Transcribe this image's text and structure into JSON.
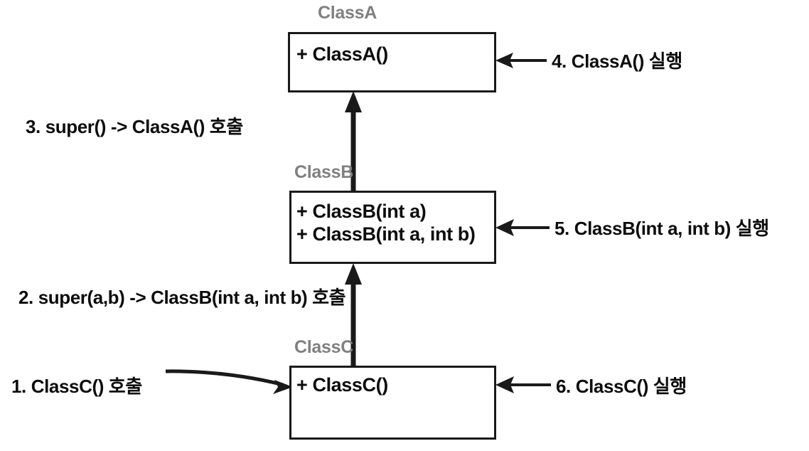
{
  "diagram": {
    "title_color": "#808080",
    "line_color": "#1a1a1a",
    "text_color": "#0d0d0d",
    "background": "#ffffff",
    "classes": [
      {
        "name": "ClassA",
        "members": [
          "+ ClassA()"
        ]
      },
      {
        "name": "ClassB",
        "members": [
          "+ ClassB(int a)",
          "+ ClassB(int a, int b)"
        ]
      },
      {
        "name": "ClassC",
        "members": [
          "+ ClassC()"
        ]
      }
    ],
    "annotations": [
      {
        "id": "step-1",
        "text": "1. ClassC() 호출"
      },
      {
        "id": "step-2",
        "text": "2. super(a,b) -> ClassB(int a, int b) 호출"
      },
      {
        "id": "step-3",
        "text": "3. super() -> ClassA() 호출"
      },
      {
        "id": "step-4",
        "text": "4. ClassA() 실행"
      },
      {
        "id": "step-5",
        "text": "5. ClassB(int a, int b) 실행"
      },
      {
        "id": "step-6",
        "text": "6. ClassC() 실행"
      }
    ],
    "relations": [
      {
        "from": "ClassB",
        "to": "ClassA",
        "kind": "inheritance"
      },
      {
        "from": "ClassC",
        "to": "ClassB",
        "kind": "inheritance"
      }
    ]
  }
}
